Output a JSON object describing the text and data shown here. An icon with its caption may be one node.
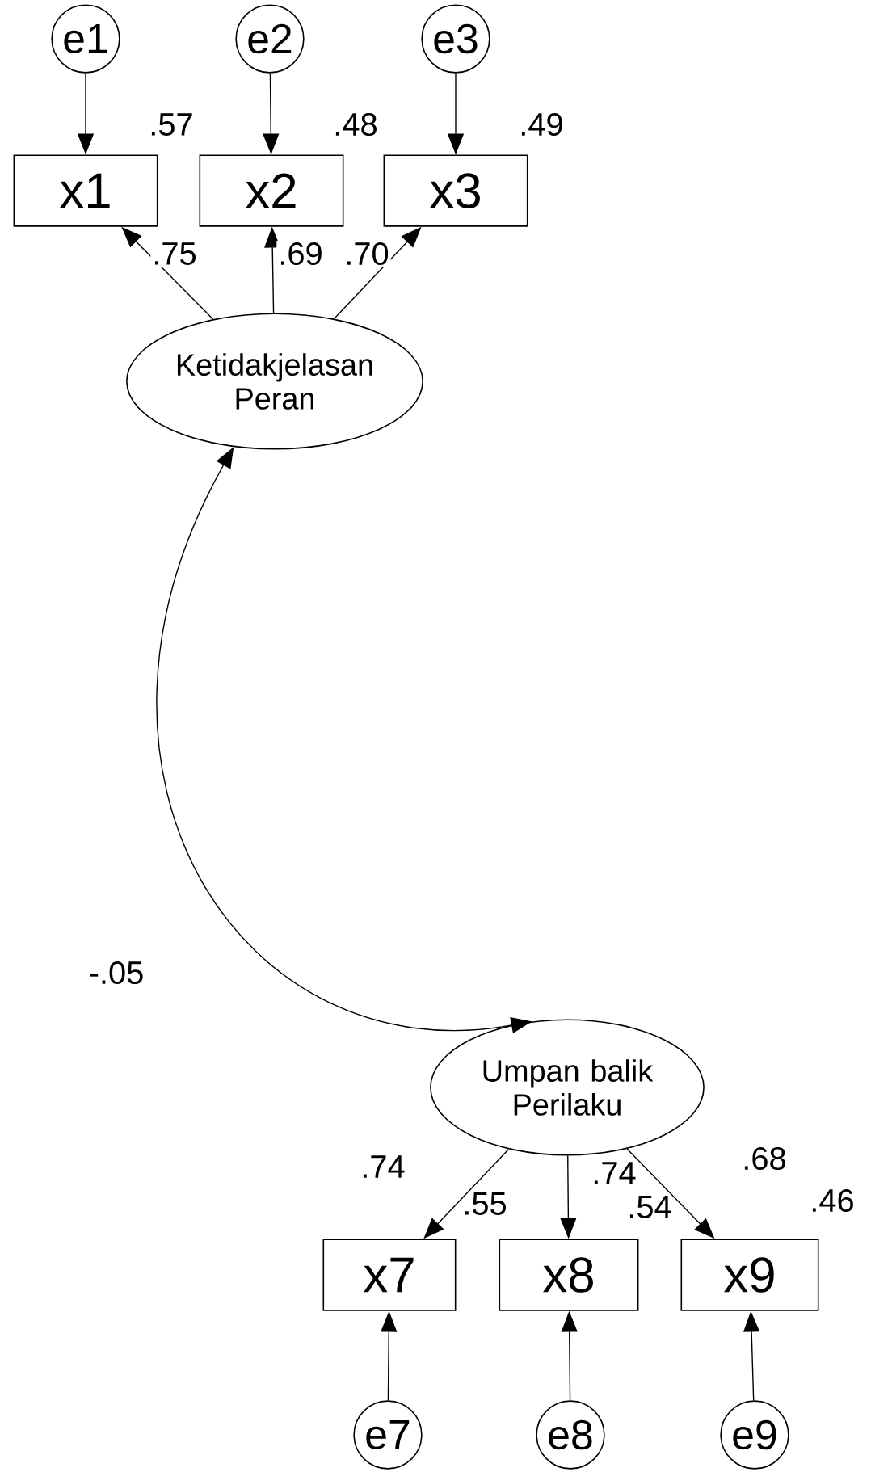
{
  "diagram": {
    "nodes": [
      {
        "text": [
          "e1"
        ]
      },
      {
        "text": [
          "e2"
        ]
      },
      {
        "text": [
          "e3"
        ]
      },
      {
        "text": [
          "x1"
        ],
        "beside": [
          ".57"
        ]
      },
      {
        "text": [
          "x2"
        ],
        "beside": [
          ".48"
        ]
      },
      {
        "text": [
          "x3"
        ],
        "beside": [
          ".49"
        ]
      },
      {
        "text": [
          "Ketidakjelasan Peran"
        ]
      },
      {
        "text": [
          "Umpan balik Perilaku"
        ]
      },
      {
        "text": [
          "x7"
        ],
        "beside": [
          ".55"
        ]
      },
      {
        "text": [
          "x8"
        ],
        "beside": [
          ".54"
        ]
      },
      {
        "text": [
          "x9"
        ],
        "beside": [
          ".46"
        ]
      },
      {
        "text": [
          "e7"
        ]
      },
      {
        "text": [
          "e8"
        ]
      },
      {
        "text": [
          "e9"
        ]
      }
    ],
    "edges": [
      {
        "from": 0,
        "to": 3,
        "arrow": "to"
      },
      {
        "from": 1,
        "to": 4,
        "arrow": "to"
      },
      {
        "from": 2,
        "to": 5,
        "arrow": "to"
      },
      {
        "from": 6,
        "to": 3,
        "arrow": "to",
        "label": ".75"
      },
      {
        "from": 6,
        "to": 4,
        "arrow": "to",
        "label": ".69"
      },
      {
        "from": 6,
        "to": 5,
        "arrow": "to",
        "label": ".70"
      },
      {
        "from": 6,
        "to": 7,
        "arrow": "both",
        "label": "-.05"
      },
      {
        "from": 7,
        "to": 8,
        "arrow": "to",
        "label": ".74"
      },
      {
        "from": 7,
        "to": 9,
        "arrow": "to",
        "label": ".74"
      },
      {
        "from": 7,
        "to": 10,
        "arrow": "to",
        "label": ".68"
      },
      {
        "from": 11,
        "to": 8,
        "arrow": "to"
      },
      {
        "from": 12,
        "to": 9,
        "arrow": "to"
      },
      {
        "from": 13,
        "to": 10,
        "arrow": "to"
      }
    ]
  }
}
